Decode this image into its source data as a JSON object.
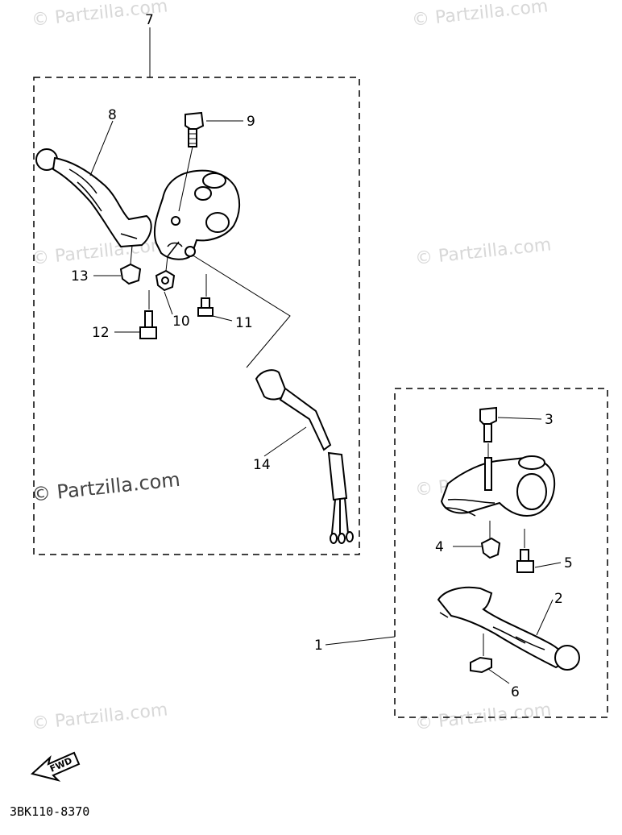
{
  "diagram": {
    "code": "3BK110-8370",
    "fwd_label": "FWD",
    "watermark": "© Partzilla.com",
    "callouts": {
      "c1": "1",
      "c2": "2",
      "c3": "3",
      "c4": "4",
      "c5": "5",
      "c6": "6",
      "c7": "7",
      "c8": "8",
      "c9": "9",
      "c10": "10",
      "c11": "11",
      "c12": "12",
      "c13": "13",
      "c14": "14"
    }
  }
}
